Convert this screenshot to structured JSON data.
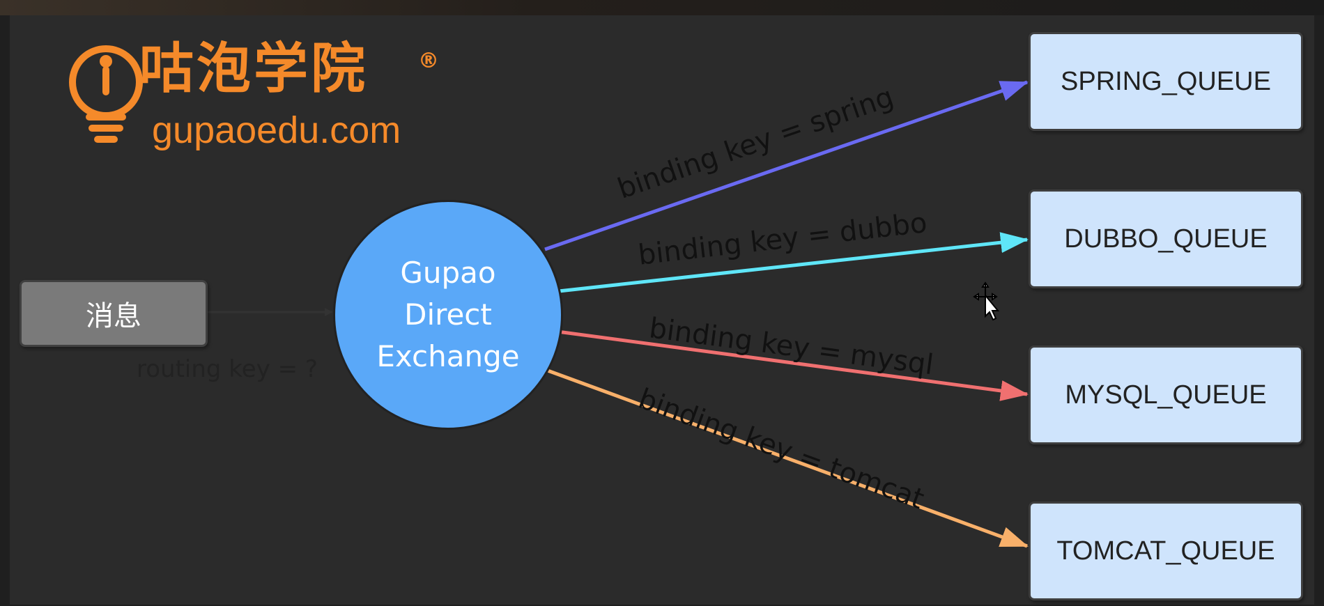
{
  "logo": {
    "name_cn": "咕泡学院",
    "registered_mark": "®",
    "domain": "gupaoedu.com",
    "color": "#f58a2a"
  },
  "message": {
    "label": "消息",
    "color": "#7a7a7a"
  },
  "routing_label": "routing key = ?",
  "exchange": {
    "lines": [
      "Gupao",
      "Direct",
      "Exchange"
    ],
    "color": "#5aa8f8"
  },
  "bindings": [
    {
      "label": "binding key = spring",
      "color": "#6a6af2"
    },
    {
      "label": "binding key = dubbo",
      "color": "#5fe6f8"
    },
    {
      "label": "binding key = mysql",
      "color": "#f07070"
    },
    {
      "label": "binding key = tomcat",
      "color": "#f8b06a"
    }
  ],
  "queues": [
    {
      "label": "SPRING_QUEUE"
    },
    {
      "label": "DUBBO_QUEUE"
    },
    {
      "label": "MYSQL_QUEUE"
    },
    {
      "label": "TOMCAT_QUEUE"
    }
  ],
  "queue_color": "#cfe4fc"
}
